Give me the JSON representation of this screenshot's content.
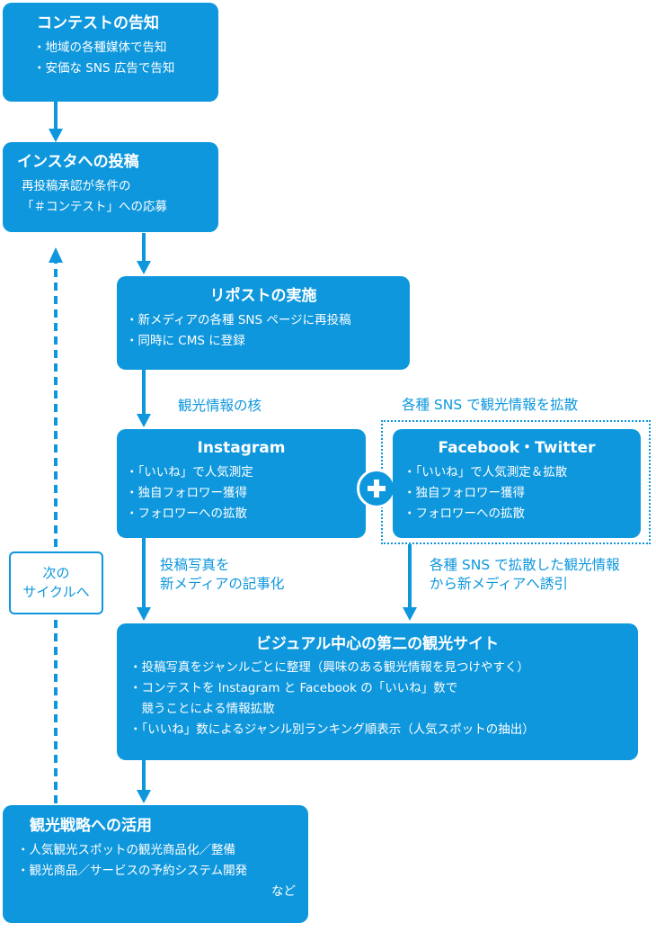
{
  "contest": {
    "title": "コンテストの告知",
    "items": [
      "・地域の各種媒体で告知",
      "・安価な SNS 広告で告知"
    ]
  },
  "insta_post": {
    "title": "インスタへの投稿",
    "lines": [
      "再投稿承認が条件の",
      "「＃コンテスト」への応募"
    ]
  },
  "repost": {
    "title": "リポストの実施",
    "items": [
      "・新メディアの各種 SNS ページに再投稿",
      "・同時に CMS に登録"
    ]
  },
  "label_core": "観光情報の核",
  "label_spread": "各種 SNS で観光情報を拡散",
  "instagram": {
    "title": "Instagram",
    "items": [
      "・「いいね」で人気測定",
      "・独自フォロワー獲得",
      "・フォロワーへの拡散"
    ]
  },
  "fb_tw": {
    "title": "Facebook・Twitter",
    "items": [
      "・「いいね」で人気測定＆拡散",
      "・独自フォロワー獲得",
      "・フォロワーへの拡散"
    ]
  },
  "label_articles": [
    "投稿写真を",
    "新メディアの記事化"
  ],
  "label_guide": [
    "各種 SNS で拡散した観光情報",
    "から新メディアへ誘引"
  ],
  "cycle": [
    "次の",
    "サイクルへ"
  ],
  "visual_site": {
    "title": "ビジュアル中心の第二の観光サイト",
    "lines": [
      "・投稿写真をジャンルごとに整理（興味のある観光情報を見つけやすく）",
      "・コンテストを Instagram と Facebook の「いいね」数で",
      "　競うことによる情報拡散",
      "・「いいね」数によるジャンル別ランキング順表示（人気スポットの抽出）"
    ]
  },
  "strategy": {
    "title": "観光戦略への活用",
    "items": [
      "・人気観光スポットの観光商品化／整備",
      "・観光商品／サービスの予約システム開発"
    ],
    "note": "など"
  },
  "colors": {
    "accent": "#0e97dd",
    "background": "#ffffff"
  }
}
